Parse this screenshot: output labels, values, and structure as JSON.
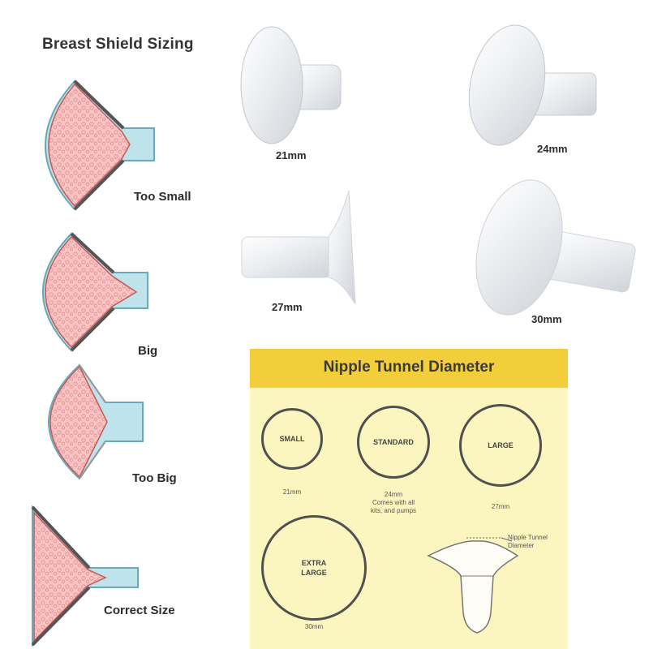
{
  "title": "Breast Shield Sizing",
  "fit_examples": [
    {
      "label": "Too Small"
    },
    {
      "label": "Big"
    },
    {
      "label": "Too Big"
    },
    {
      "label": "Correct Size"
    }
  ],
  "shields": [
    {
      "size": "21mm"
    },
    {
      "size": "24mm"
    },
    {
      "size": "27mm"
    },
    {
      "size": "30mm"
    }
  ],
  "tunnel_panel": {
    "title": "Nipple Tunnel Diameter",
    "rings": [
      {
        "label": "SMALL",
        "caption": "21mm"
      },
      {
        "label": "STANDARD",
        "caption": "24mm\nComes with all\nkits, and pumps"
      },
      {
        "label": "LARGE",
        "caption": "27mm"
      },
      {
        "label": "EXTRA\nLARGE",
        "caption": "30mm"
      }
    ],
    "callout": "Nipple Tunnel\nDiameter"
  },
  "colors": {
    "header": "#f2cf3a",
    "panel": "#fbf5bf",
    "tissue": "#f2b6b6",
    "tunnel": "#bfe3ea"
  }
}
